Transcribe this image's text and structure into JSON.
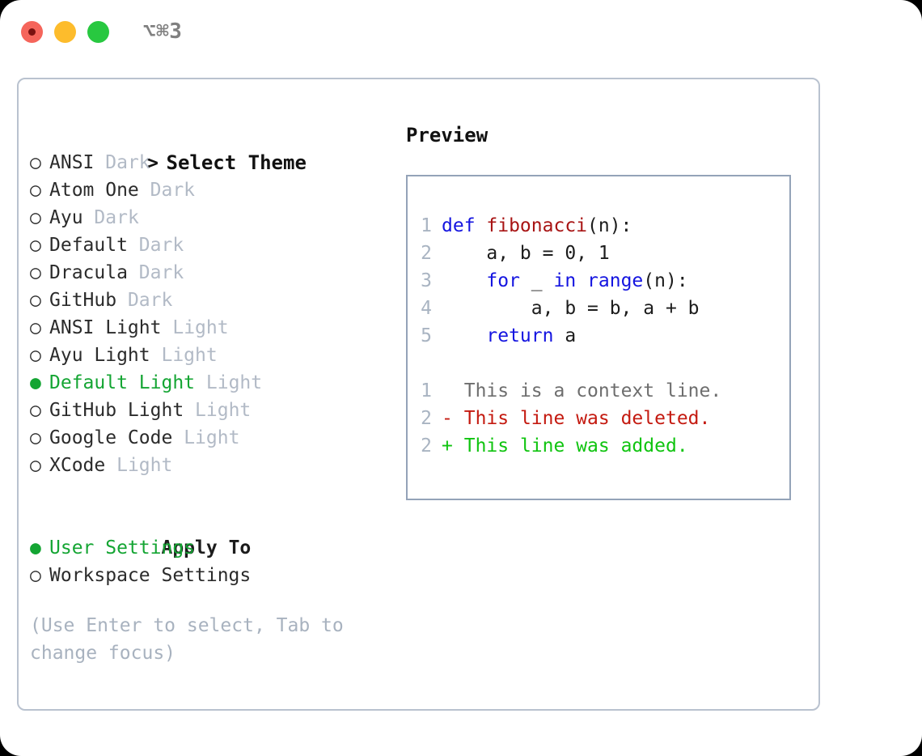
{
  "titlebar": {
    "shortcut": "⌥⌘3",
    "buttons": [
      {
        "name": "close",
        "color": "#f5655b"
      },
      {
        "name": "minimize",
        "color": "#fdbc2c"
      },
      {
        "name": "maximize",
        "color": "#28c840"
      }
    ]
  },
  "left": {
    "header": {
      "marker": ">",
      "label": "Select Theme"
    },
    "themes": [
      {
        "marker": "○",
        "name": "ANSI",
        "badge": "Dark",
        "selected": false
      },
      {
        "marker": "○",
        "name": "Atom One",
        "badge": "Dark",
        "selected": false
      },
      {
        "marker": "○",
        "name": "Ayu",
        "badge": "Dark",
        "selected": false
      },
      {
        "marker": "○",
        "name": "Default",
        "badge": "Dark",
        "selected": false
      },
      {
        "marker": "○",
        "name": "Dracula",
        "badge": "Dark",
        "selected": false
      },
      {
        "marker": "○",
        "name": "GitHub",
        "badge": "Dark",
        "selected": false
      },
      {
        "marker": "○",
        "name": "ANSI Light",
        "badge": "Light",
        "selected": false
      },
      {
        "marker": "○",
        "name": "Ayu Light",
        "badge": "Light",
        "selected": false
      },
      {
        "marker": "●",
        "name": "Default Light",
        "badge": "Light",
        "selected": true
      },
      {
        "marker": "○",
        "name": "GitHub Light",
        "badge": "Light",
        "selected": false
      },
      {
        "marker": "○",
        "name": "Google Code",
        "badge": "Light",
        "selected": false
      },
      {
        "marker": "○",
        "name": "XCode",
        "badge": "Light",
        "selected": false
      }
    ],
    "apply_to": {
      "header": "Apply To",
      "options": [
        {
          "marker": "●",
          "name": "User Settings",
          "selected": true
        },
        {
          "marker": "○",
          "name": "Workspace Settings",
          "selected": false
        }
      ]
    },
    "hint": "(Use Enter to select, Tab to change focus)"
  },
  "right": {
    "label": "Preview",
    "code_lines": [
      {
        "num": "1",
        "tokens": [
          {
            "t": "def ",
            "c": "kw"
          },
          {
            "t": "fibonacci",
            "c": "fn"
          },
          {
            "t": "(n):",
            "c": "plain"
          }
        ]
      },
      {
        "num": "2",
        "tokens": [
          {
            "t": "    a, b = 0, 1",
            "c": "plain"
          }
        ]
      },
      {
        "num": "3",
        "tokens": [
          {
            "t": "    ",
            "c": "plain"
          },
          {
            "t": "for",
            "c": "kw"
          },
          {
            "t": " _ ",
            "c": "plain"
          },
          {
            "t": "in",
            "c": "kw"
          },
          {
            "t": " ",
            "c": "plain"
          },
          {
            "t": "range",
            "c": "kw"
          },
          {
            "t": "(n):",
            "c": "plain"
          }
        ]
      },
      {
        "num": "4",
        "tokens": [
          {
            "t": "        a, b = b, a + b",
            "c": "plain"
          }
        ]
      },
      {
        "num": "5",
        "tokens": [
          {
            "t": "    ",
            "c": "plain"
          },
          {
            "t": "return",
            "c": "kw"
          },
          {
            "t": " a",
            "c": "plain"
          }
        ]
      }
    ],
    "diff_lines": [
      {
        "num": "1",
        "sign": " ",
        "text": "This is a context line.",
        "kind": "ctx"
      },
      {
        "num": "2",
        "sign": "-",
        "text": "This line was deleted.",
        "kind": "del"
      },
      {
        "num": "2",
        "sign": "+",
        "text": "This line was added.",
        "kind": "add"
      }
    ]
  },
  "colors": {
    "accent_green": "#14a533",
    "keyword_blue": "#1414e0",
    "function_red": "#a81414",
    "diff_deleted": "#c41a10",
    "diff_added": "#10c410",
    "muted": "#b2bac6",
    "border": "#94a3b8",
    "panel_border": "#b9c2cf"
  }
}
